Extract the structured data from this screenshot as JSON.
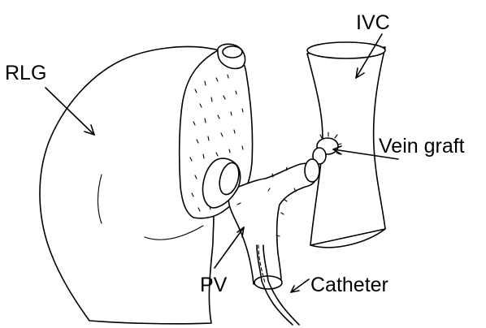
{
  "labels": {
    "rlg": "RLG",
    "ivc": "IVC",
    "vein_graft": "Vein graft",
    "pv": "PV",
    "catheter": "Catheter"
  }
}
